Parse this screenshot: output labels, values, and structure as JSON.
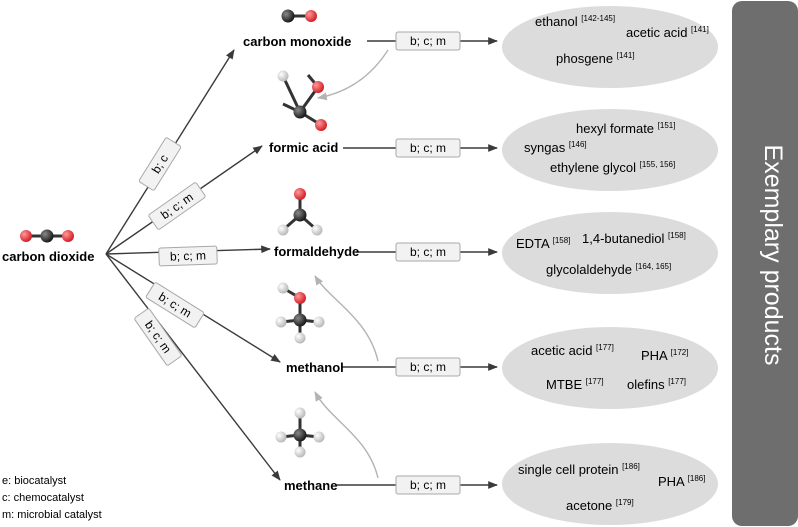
{
  "source": {
    "name": "carbon dioxide"
  },
  "intermediates": [
    {
      "name": "carbon monoxide",
      "pathway_label": "b; c",
      "conversion_label": "b; c; m"
    },
    {
      "name": "formic acid",
      "pathway_label": "b; c; m",
      "conversion_label": "b; c; m"
    },
    {
      "name": "formaldehyde",
      "pathway_label": "b; c; m",
      "conversion_label": "b; c; m"
    },
    {
      "name": "methanol",
      "pathway_label": "b; c; m",
      "conversion_label": "b; c; m"
    },
    {
      "name": "methane",
      "pathway_label": "b; c; m",
      "conversion_label": "b; c; m"
    }
  ],
  "products": [
    [
      {
        "text": "ethanol",
        "ref": "[142-145]"
      },
      {
        "text": "acetic acid",
        "ref": "[141]"
      },
      {
        "text": "phosgene",
        "ref": "[141]"
      }
    ],
    [
      {
        "text": "hexyl formate",
        "ref": "[151]"
      },
      {
        "text": "syngas",
        "ref": "[146]"
      },
      {
        "text": "ethylene glycol",
        "ref": "[155, 156]"
      }
    ],
    [
      {
        "text": "EDTA",
        "ref": "[158]"
      },
      {
        "text": "1,4-butanediol",
        "ref": "[158]"
      },
      {
        "text": "glycolaldehyde",
        "ref": "[164, 165]"
      }
    ],
    [
      {
        "text": "acetic acid",
        "ref": "[177]"
      },
      {
        "text": "PHA",
        "ref": "[172]"
      },
      {
        "text": "MTBE",
        "ref": "[177]"
      },
      {
        "text": "olefins",
        "ref": "[177]"
      }
    ],
    [
      {
        "text": "single cell protein",
        "ref": "[186]"
      },
      {
        "text": "PHA",
        "ref": "[186]"
      },
      {
        "text": "acetone",
        "ref": "[179]"
      }
    ]
  ],
  "sidebar_title": "Exemplary products",
  "legend": [
    "e: biocatalyst",
    "c: chemocatalyst",
    "m: microbial catalyst"
  ],
  "colors": {
    "oxygen": "#e0242b",
    "carbon": "#2b2b2b",
    "hydrogen": "#d9d9d9",
    "ellipse": "#dcdcdc",
    "sidebar": "#6e6e6e",
    "box_fill": "#f2f2f2",
    "box_stroke": "#a8a8a8",
    "arrow": "#3a3a3a",
    "feedback_arrow": "#b3b3b3"
  }
}
